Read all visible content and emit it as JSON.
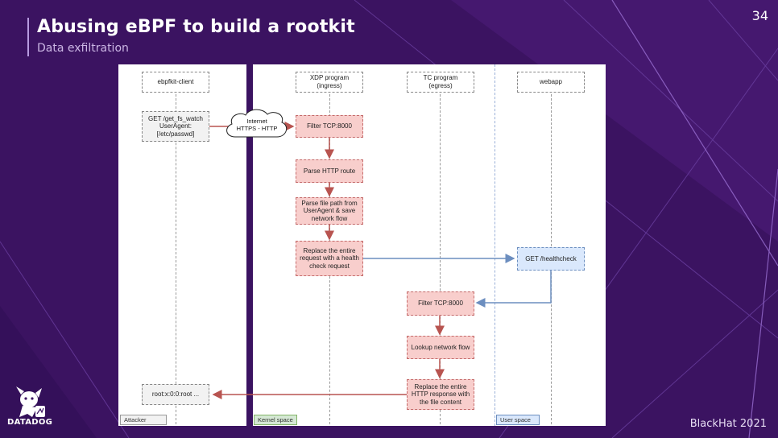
{
  "slide": {
    "title": "Abusing eBPF to build a rootkit",
    "subtitle": "Data exfiltration",
    "page_number": "34",
    "footer": "BlackHat 2021",
    "logo_text": "DATADOG"
  },
  "diagram": {
    "zones": {
      "attacker": "Attacker",
      "kernel": "Kernel space",
      "user": "User space"
    },
    "headers": {
      "client": "ebpfkit-client",
      "xdp": "XDP program\n(ingress)",
      "tc": "TC program\n(egress)",
      "webapp": "webapp"
    },
    "nodes": {
      "request": "GET /get_fs_watch\nUserAgent:\n[/etc/passwd]",
      "cloud": "Internet\nHTTPS - HTTP",
      "filter_xdp": "Filter TCP:8000",
      "parse_route": "Parse HTTP route",
      "parse_path": "Parse file path from\nUserAgent & save\nnetwork flow",
      "replace_request": "Replace the entire\nrequest with a health\ncheck request",
      "healthcheck": "GET /healthcheck",
      "filter_tc": "Filter TCP:8000",
      "lookup": "Lookup network flow",
      "replace_response": "Replace the entire\nHTTP response with\nthe file content",
      "result": "root:x:0:0:root ..."
    },
    "colors": {
      "red_arrow": "#b85450",
      "blue_arrow": "#6c8ebf",
      "red_fill": "#f8cecc",
      "blue_fill": "#dae8fc"
    }
  }
}
